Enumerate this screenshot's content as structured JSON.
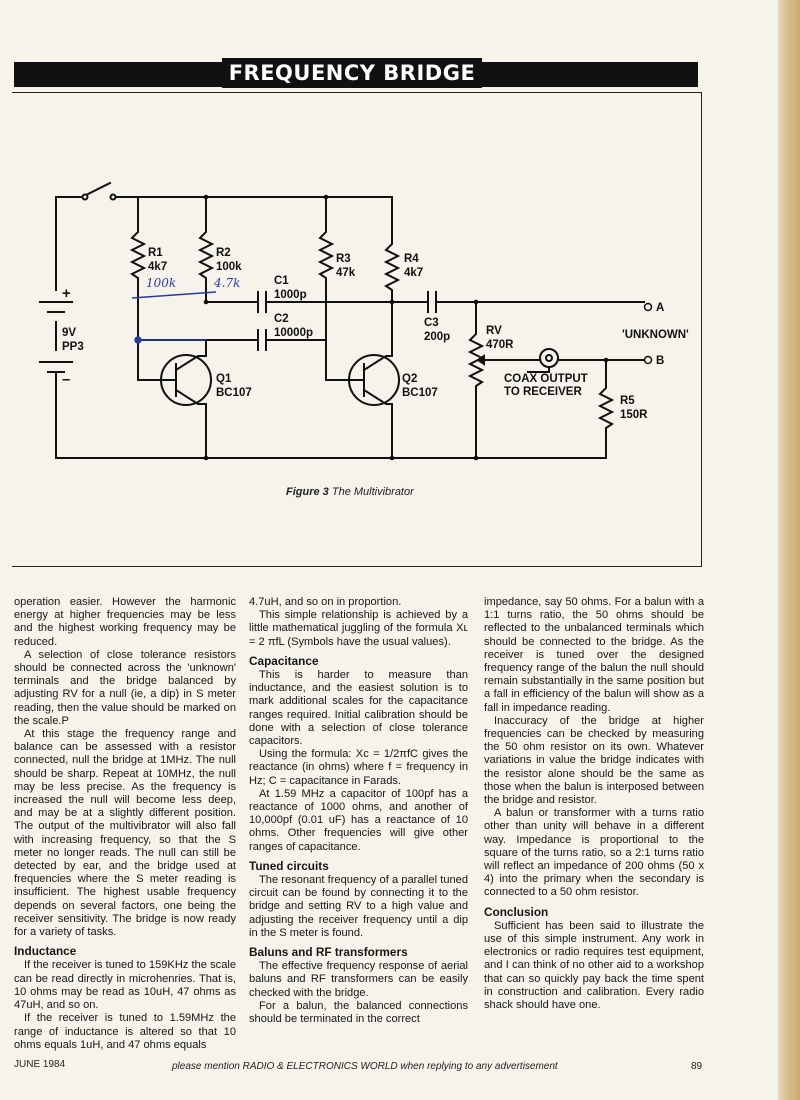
{
  "header": {
    "title": "FREQUENCY BRIDGE"
  },
  "figure": {
    "caption_number": "Figure 3",
    "caption_text": "The Multivibrator",
    "components": {
      "r1": {
        "name": "R1",
        "value": "4k7",
        "annotation": "100k"
      },
      "r2": {
        "name": "R2",
        "value": "100k",
        "annotation": "4.7k"
      },
      "r3": {
        "name": "R3",
        "value": "47k"
      },
      "r4": {
        "name": "R4",
        "value": "4k7"
      },
      "r5": {
        "name": "R5",
        "value": "150R"
      },
      "c1": {
        "name": "C1",
        "value": "1000p"
      },
      "c2": {
        "name": "C2",
        "value": "10000p"
      },
      "c3": {
        "name": "C3",
        "value": "200p"
      },
      "q1": {
        "name": "Q1",
        "value": "BC107"
      },
      "q2": {
        "name": "Q2",
        "value": "BC107"
      },
      "rv": {
        "name": "RV",
        "value": "470R"
      },
      "battery": {
        "voltage": "9V",
        "type": "PP3",
        "plus": "+",
        "minus": "–"
      },
      "terminal_a": "A",
      "terminal_b": "B",
      "unknown": "'UNKNOWN'",
      "coax_line1": "COAX OUTPUT",
      "coax_line2": "TO RECEIVER"
    }
  },
  "columns": {
    "col1": [
      {
        "type": "p",
        "noindent": true,
        "text": "operation easier. However the harmonic energy at higher frequencies may be less and the highest working frequency may be reduced."
      },
      {
        "type": "p",
        "text": "A selection of close tolerance resistors should be connected across the 'unknown' terminals and the bridge balanced by adjusting RV for a null (ie, a dip) in S meter reading, then the value should be marked on the scale.P"
      },
      {
        "type": "p",
        "text": "At this stage the frequency range and balance can be assessed with a resistor connected, null the bridge at 1MHz. The null should be sharp. Repeat at 10MHz, the null may be less precise. As the frequency is increased the null will become less deep, and may be at a slightly different position. The output of the multivibrator will also fall with increasing frequency, so that the S meter no longer reads. The null can still be detected by ear, and the bridge used at frequencies where the S meter reading is insufficient. The highest usable frequency depends on several factors, one being the receiver sensitivity. The bridge is now ready for a variety of tasks."
      },
      {
        "type": "h",
        "text": "Inductance"
      },
      {
        "type": "p",
        "text": "If the receiver is tuned to 159KHz the scale can be read directly in microhenries. That is, 10 ohms may be read as 10uH, 47 ohms as 47uH, and so on."
      },
      {
        "type": "p",
        "text": "If the receiver is tuned to 1.59MHz the range of inductance is altered so that 10 ohms equals 1uH, and 47 ohms equals"
      }
    ],
    "col2": [
      {
        "type": "p",
        "noindent": true,
        "text": "4.7uH, and so on in proportion."
      },
      {
        "type": "p",
        "text": "This simple relationship is achieved by a little mathematical juggling of the formula Xʟ = 2 πfL (Symbols have the usual values)."
      },
      {
        "type": "h",
        "text": "Capacitance"
      },
      {
        "type": "p",
        "text": "This is harder to measure than inductance, and the easiest solution is to mark additional scales for the capacitance ranges required. Initial calibration should be done with a selection of close tolerance capacitors."
      },
      {
        "type": "p",
        "text": "Using the formula: Xc = 1/2πfC gives the reactance (in ohms) where f = frequency in Hz; C = capacitance in Farads."
      },
      {
        "type": "p",
        "text": "At 1.59 MHz a capacitor of 100pf has a reactance of 1000 ohms, and another of 10,000pf (0.01 uF) has a reactance of 10 ohms. Other frequencies will give other ranges of capacitance."
      },
      {
        "type": "h",
        "text": "Tuned circuits"
      },
      {
        "type": "p",
        "text": "The resonant frequency of a parallel tuned circuit can be found by connecting it to the bridge and setting RV to a high value and adjusting the receiver frequency until a dip in the S meter is found."
      },
      {
        "type": "h",
        "text": "Baluns and RF transformers"
      },
      {
        "type": "p",
        "text": "The effective frequency response of aerial baluns and RF transformers can be easily checked with the bridge."
      },
      {
        "type": "p",
        "text": "For a balun, the balanced connections should be terminated in the correct"
      }
    ],
    "col3": [
      {
        "type": "p",
        "noindent": true,
        "text": "impedance, say 50 ohms. For a balun with a 1:1 turns ratio, the 50 ohms should be reflected to the unbalanced terminals which should be connected to the bridge. As the receiver is tuned over the designed frequency range of the balun the null should remain substantially in the same position but a fall in efficiency of the balun will show as a fall in impedance reading."
      },
      {
        "type": "p",
        "text": "Inaccuracy of the bridge at higher frequencies can be checked by measuring the 50 ohm resistor on its own. Whatever variations in value the bridge indicates with the resistor alone should be the same as those when the balun is interposed between the bridge and resistor."
      },
      {
        "type": "p",
        "text": "A balun or transformer with a turns ratio other than unity will behave in a different way. Impedance is proportional to the square of the turns ratio, so a 2:1 turns ratio will reflect an impedance of 200 ohms (50 x 4) into the primary when the secondary is connected to a 50 ohm resistor."
      },
      {
        "type": "h",
        "text": "Conclusion"
      },
      {
        "type": "p",
        "text": "Sufficient has been said to illustrate the use of this simple instrument. Any work in electronics or radio requires test equipment, and I can think of no other aid to a workshop that can so quickly pay back the time spent in construction and calibration. Every radio shack should have one."
      }
    ]
  },
  "footer": {
    "date": "JUNE 1984",
    "note": "please mention RADIO & ELECTRONICS WORLD when replying to any advertisement",
    "page": "89"
  }
}
